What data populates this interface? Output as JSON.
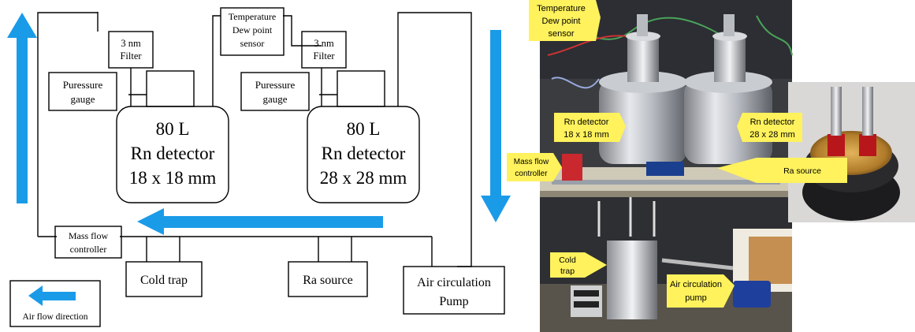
{
  "schematic": {
    "chamber_left": {
      "line1": "80 L",
      "line2": "Rn detector",
      "line3": "18 x 18 mm"
    },
    "chamber_right": {
      "line1": "80 L",
      "line2": "Rn detector",
      "line3": "28 x 28 mm"
    },
    "filter_left": {
      "line1": "3 nm",
      "line2": "Filter"
    },
    "filter_right": {
      "line1": "3 nm",
      "line2": "Filter"
    },
    "gauge_left": {
      "line1": "Puressure",
      "line2": "gauge"
    },
    "gauge_right": {
      "line1": "Puressure",
      "line2": "gauge"
    },
    "temp_sensor": {
      "line1": "Temperature",
      "line2": "Dew point",
      "line3": "sensor"
    },
    "mass_flow": {
      "line1": "Mass flow",
      "line2": "controller"
    },
    "cold_trap": "Cold trap",
    "ra_source": "Ra source",
    "pump": {
      "line1": "Air circulation",
      "line2": "Pump"
    },
    "legend": "Air flow direction",
    "arrow_color": "#1a9be8"
  },
  "photo": {
    "labels": {
      "temp_sensor": {
        "line1": "Temperature",
        "line2": "Dew point",
        "line3": "sensor"
      },
      "rn_left": {
        "line1": "Rn detector",
        "line2": "18 x 18 mm"
      },
      "rn_right": {
        "line1": "Rn detector",
        "line2": "28 x 28 mm"
      },
      "mass_flow": {
        "line1": "Mass flow",
        "line2": "controller"
      },
      "ra_source": "Ra source",
      "cold_trap": {
        "line1": "Cold",
        "line2": "trap"
      },
      "pump": {
        "line1": "Air circulation",
        "line2": "pump"
      }
    },
    "label_color": "#fff25c"
  }
}
